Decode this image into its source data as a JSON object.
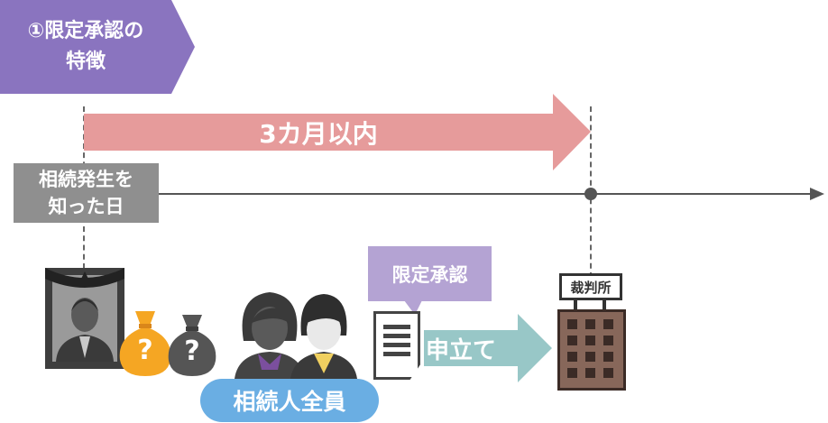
{
  "banner": {
    "line1": "①限定承認の",
    "line2": "特徴"
  },
  "period": {
    "label": "3カ月以内"
  },
  "start_event": {
    "line1": "相続発生を",
    "line2": "知った日"
  },
  "bags": {
    "left_mark": "?",
    "right_mark": "?"
  },
  "heirs": {
    "label": "相続人全員"
  },
  "callout": {
    "label": "限定承認"
  },
  "filing": {
    "label": "申立て"
  },
  "court": {
    "sign": "裁判所"
  },
  "colors": {
    "banner": "#8a74bf",
    "period_arrow": "#e69b9b",
    "start_box": "#8f8f8f",
    "heirs_badge": "#6aaee3",
    "callout": "#b4a3d3",
    "filing_arrow": "#98c7c7",
    "court_building": "#87675a",
    "bag_orange": "#f5a623",
    "bag_gray": "#555555"
  }
}
